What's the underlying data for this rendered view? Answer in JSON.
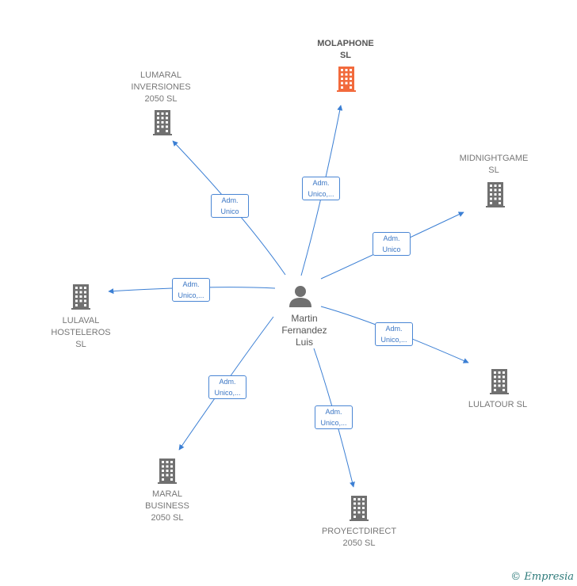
{
  "center": {
    "name": "Martin\nFernandez\nLuis"
  },
  "companies": [
    {
      "id": "molaphone",
      "name": "MOLAPHONE\nSL",
      "highlight": true,
      "color": "#f26a3c"
    },
    {
      "id": "lumaral",
      "name": "LUMARAL\nINVERSIONES\n2050  SL",
      "highlight": false,
      "color": "#707070"
    },
    {
      "id": "midnightgame",
      "name": "MIDNIGHTGAME\nSL",
      "highlight": false,
      "color": "#707070"
    },
    {
      "id": "lulaval",
      "name": "LULAVAL\nHOSTELEROS\nSL",
      "highlight": false,
      "color": "#707070"
    },
    {
      "id": "lulatour",
      "name": "LULATOUR  SL",
      "highlight": false,
      "color": "#707070"
    },
    {
      "id": "maral",
      "name": "MARAL\nBUSINESS\n2050  SL",
      "highlight": false,
      "color": "#707070"
    },
    {
      "id": "proyectdirect",
      "name": "PROYECTDIRECT\n2050  SL",
      "highlight": false,
      "color": "#707070"
    }
  ],
  "relations": [
    {
      "to": "molaphone",
      "label": "Adm.\nUnico,..."
    },
    {
      "to": "lumaral",
      "label": "Adm.\nUnico"
    },
    {
      "to": "midnightgame",
      "label": "Adm.\nUnico"
    },
    {
      "to": "lulaval",
      "label": "Adm.\nUnico,..."
    },
    {
      "to": "lulatour",
      "label": "Adm.\nUnico,..."
    },
    {
      "to": "maral",
      "label": "Adm.\nUnico,..."
    },
    {
      "to": "proyectdirect",
      "label": "Adm.\nUnico,..."
    }
  ],
  "colors": {
    "edge": "#3b7fd4",
    "person": "#707070"
  },
  "brand": {
    "copyright": "©",
    "name": "Empresia"
  }
}
